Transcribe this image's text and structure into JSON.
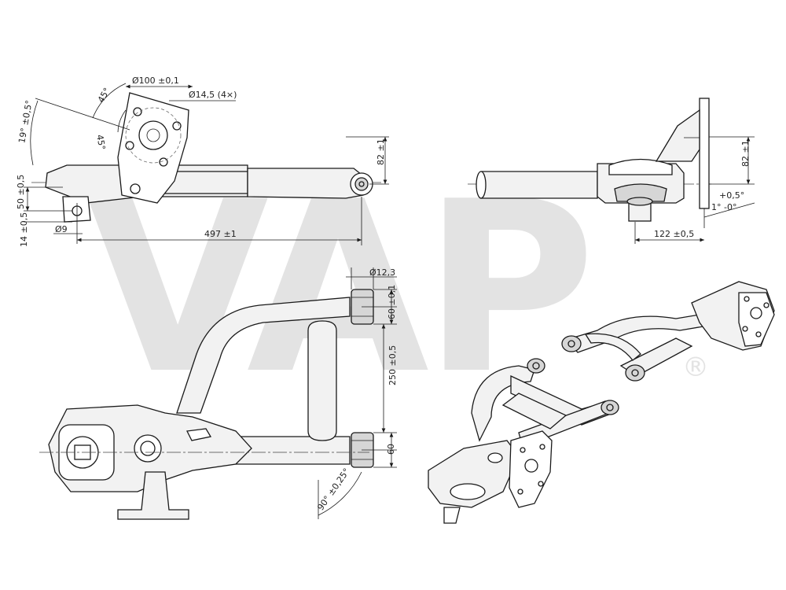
{
  "watermark": {
    "text": "VAP",
    "registered_mark": "®"
  },
  "dimensions": {
    "diameter_100": "Ø100 ±0,1",
    "diameter_14_5": "Ø14,5 (4×)",
    "angle_45_a": "45°",
    "angle_45_b": "45°",
    "angle_19": "19° ±0,5°",
    "height_82_left": "82 ±1",
    "dim_50": "50 ±0,5",
    "dim_14": "14 ±0,5",
    "diameter_9": "Ø9",
    "length_497": "497 ±1",
    "height_82_right": "82 ±1",
    "angle_plus05": "+0,5°",
    "angle_1": "1° -0°",
    "dim_122": "122 ±0,5",
    "diameter_12_3": "Ø12,3",
    "dim_60_top": "60 ±0,1",
    "dim_250": "250 ±0,5",
    "dim_60_bottom": "60",
    "angle_90": "90° ±0,25°"
  }
}
